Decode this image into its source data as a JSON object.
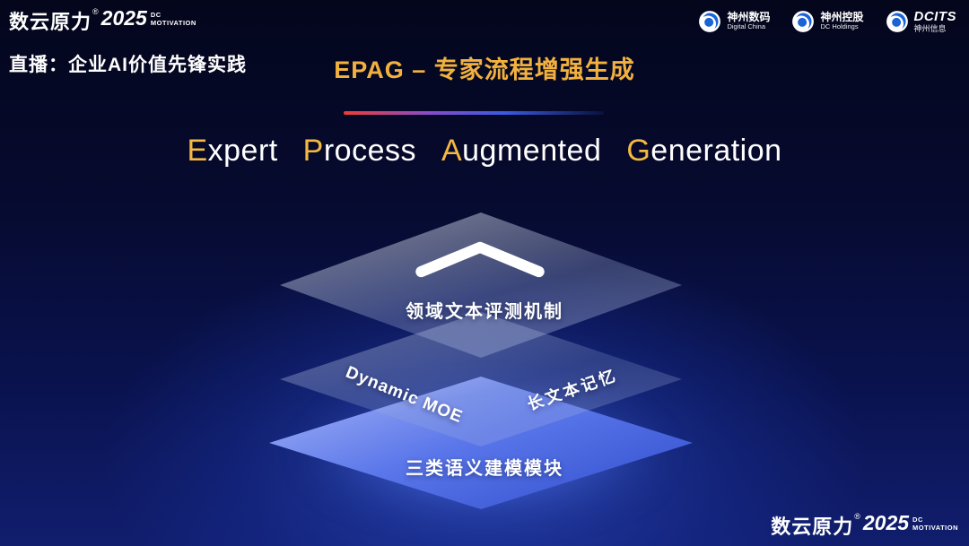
{
  "brand": {
    "name": "数云原力",
    "reg": "®",
    "year": "2025",
    "tag_line1": "DC",
    "tag_line2": "MOTIVATION"
  },
  "header": {
    "live_caption": "直播：企业AI价值先锋实践",
    "title": "EPAG – 专家流程增强生成"
  },
  "partner_logos": [
    {
      "name": "神州数码",
      "sub": "Digital China"
    },
    {
      "name": "神州控股",
      "sub": "DC Holdings"
    },
    {
      "name": "DCITS",
      "sub": "神州信息"
    }
  ],
  "subtitle": {
    "words": [
      {
        "initial": "E",
        "rest": "xpert"
      },
      {
        "initial": "P",
        "rest": "rocess"
      },
      {
        "initial": "A",
        "rest": "ugmented"
      },
      {
        "initial": "G",
        "rest": "eneration"
      }
    ]
  },
  "diagram": {
    "top_layer_label": "领域文本评测机制",
    "middle_layer_label_left": "Dynamic MOE",
    "middle_layer_label_right": "长文本记忆",
    "bottom_layer_label": "三类语义建模模块"
  },
  "colors": {
    "accent_gold": "#f5b942",
    "layer_blue": "#3b5be0",
    "background_dark": "#05081f"
  }
}
